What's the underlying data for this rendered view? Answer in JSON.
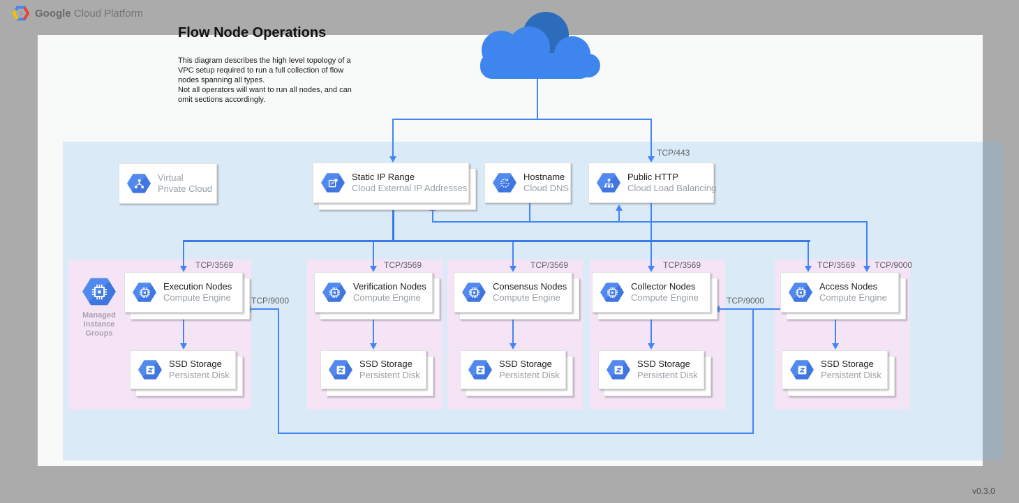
{
  "colors": {
    "background_gray": "#ababab",
    "page_white": "#f8f9f9",
    "vpc_region_blue": "#ddecf9",
    "group_pink": "#f5e4f6",
    "wire_blue": "#4285f4",
    "hexagon_blue": "#4a81ea",
    "cloud_blue": "#3e86ee",
    "cloud_dark_blue": "#2d6cbb",
    "muted_text": "#9aa0a6"
  },
  "header": {
    "brand_bold": "Google",
    "brand_rest": "Cloud Platform"
  },
  "title": "Flow Node Operations",
  "description": "This diagram describes the high level topology of a\nVPC setup required to run a full collection of flow\nnodes spanning all types.\nNot all operators will want to run all nodes, and can\nomit sections accordingly.",
  "version": "v0.3.0",
  "cloud_icon": "internet-cloud-icon",
  "vpc_card": {
    "icon": "virtual-private-cloud-icon",
    "title": "Virtual",
    "subtitle": "Private Cloud"
  },
  "top_cards": [
    {
      "icon": "external-ip-icon",
      "title": "Static IP Range",
      "subtitle": "Cloud External IP Addresses"
    },
    {
      "icon": "cloud-dns-icon",
      "title": "Hostname",
      "subtitle": "Cloud DNS"
    },
    {
      "icon": "load-balancer-icon",
      "title": "Public HTTP",
      "subtitle": "Cloud Load Balancing"
    }
  ],
  "port_labels": {
    "https_in": "TCP/443",
    "access_alt_in": "TCP/9000",
    "execution_in": "TCP/9000",
    "collector_in": "TCP/9000"
  },
  "mig": {
    "icon": "managed-instance-groups-icon",
    "lines": [
      "Managed",
      "Instance",
      "Groups"
    ]
  },
  "groups": [
    {
      "id": "execution",
      "ingress": "TCP/3569",
      "compute": {
        "icon": "compute-engine-icon",
        "title": "Execution Nodes",
        "subtitle": "Compute Engine"
      },
      "storage": {
        "icon": "persistent-disk-icon",
        "title": "SSD Storage",
        "subtitle": "Persistent Disk"
      }
    },
    {
      "id": "verification",
      "ingress": "TCP/3569",
      "compute": {
        "icon": "compute-engine-icon",
        "title": "Verification Nodes",
        "subtitle": "Compute Engine"
      },
      "storage": {
        "icon": "persistent-disk-icon",
        "title": "SSD Storage",
        "subtitle": "Persistent Disk"
      }
    },
    {
      "id": "consensus",
      "ingress": "TCP/3569",
      "compute": {
        "icon": "compute-engine-icon",
        "title": "Consensus Nodes",
        "subtitle": "Compute Engine"
      },
      "storage": {
        "icon": "persistent-disk-icon",
        "title": "SSD Storage",
        "subtitle": "Persistent Disk"
      }
    },
    {
      "id": "collector",
      "ingress": "TCP/3569",
      "compute": {
        "icon": "compute-engine-icon",
        "title": "Collector Nodes",
        "subtitle": "Compute Engine"
      },
      "storage": {
        "icon": "persistent-disk-icon",
        "title": "SSD Storage",
        "subtitle": "Persistent Disk"
      }
    },
    {
      "id": "access",
      "ingress": "TCP/3569",
      "ingress2": "TCP/9000",
      "compute": {
        "icon": "compute-engine-icon",
        "title": "Access Nodes",
        "subtitle": "Compute Engine"
      },
      "storage": {
        "icon": "persistent-disk-icon",
        "title": "SSD Storage",
        "subtitle": "Persistent Disk"
      }
    }
  ]
}
